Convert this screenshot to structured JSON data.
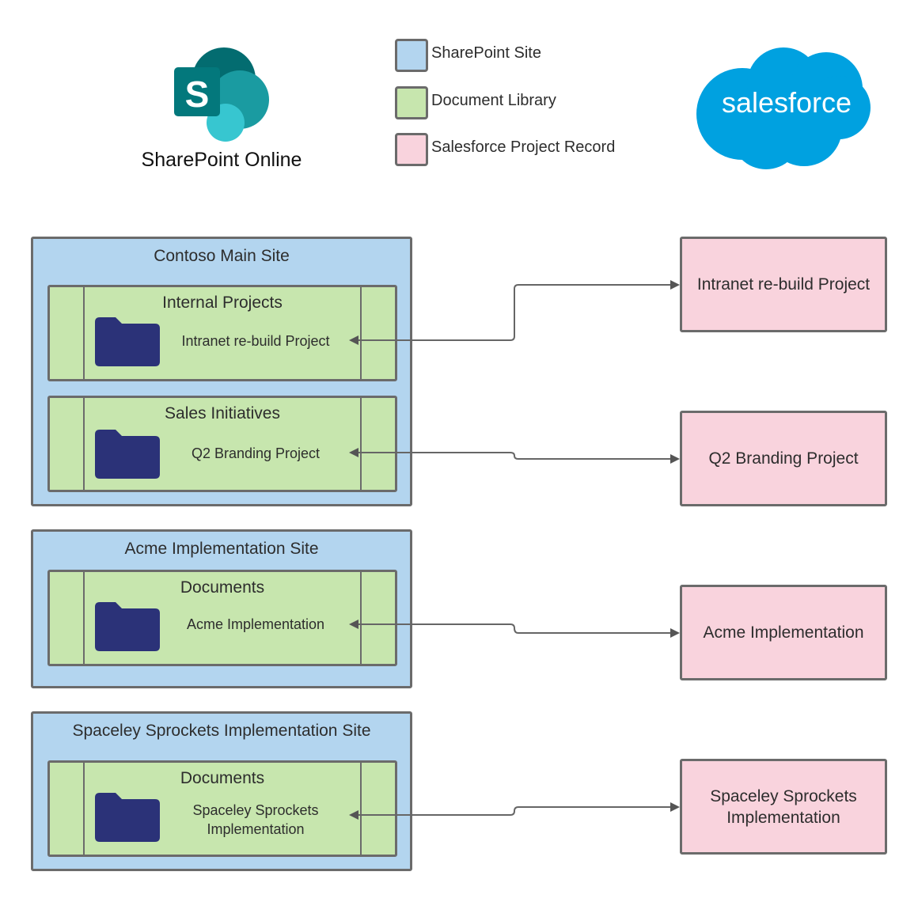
{
  "header": {
    "sharepoint_label": "SharePoint Online",
    "salesforce_logo_text": "salesforce"
  },
  "legend": [
    {
      "label": "SharePoint Site",
      "color": "#b3d5ef"
    },
    {
      "label": "Document Library",
      "color": "#c7e6ae"
    },
    {
      "label": "Salesforce Project Record",
      "color": "#f9d3dd"
    }
  ],
  "sites": [
    {
      "title": "Contoso Main Site",
      "libraries": [
        {
          "title": "Internal Projects",
          "folder": "Intranet re-build Project"
        },
        {
          "title": "Sales Initiatives",
          "folder": "Q2 Branding Project"
        }
      ]
    },
    {
      "title": "Acme Implementation Site",
      "libraries": [
        {
          "title": "Documents",
          "folder": "Acme Implementation"
        }
      ]
    },
    {
      "title": "Spaceley Sprockets Implementation Site",
      "libraries": [
        {
          "title": "Documents",
          "folder": "Spaceley Sprockets\nImplementation"
        }
      ]
    }
  ],
  "records": [
    "Intranet re-build Project",
    "Q2 Branding Project",
    "Acme Implementation",
    "Spaceley Sprockets\nImplementation"
  ],
  "colors": {
    "site": "#b3d5ef",
    "library": "#c7e6ae",
    "record": "#f9d3dd",
    "folder": "#2b3278",
    "salesforce": "#00a1e0",
    "border": "#6b6b6b"
  }
}
